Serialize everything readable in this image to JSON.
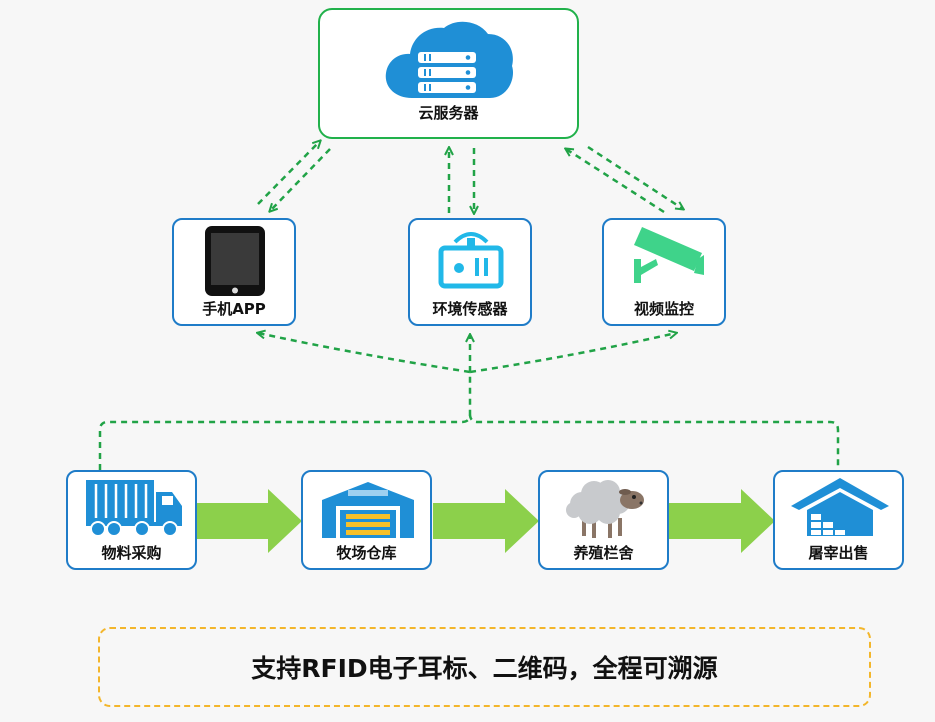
{
  "server": {
    "label": "云服务器",
    "icon": "cloud-server-icon"
  },
  "devices": [
    {
      "label": "手机APP",
      "icon": "tablet-icon"
    },
    {
      "label": "环境传感器",
      "icon": "sensor-icon"
    },
    {
      "label": "视频监控",
      "icon": "security-camera-icon"
    }
  ],
  "stages": [
    {
      "label": "物料采购",
      "icon": "truck-icon"
    },
    {
      "label": "牧场仓库",
      "icon": "warehouse-icon"
    },
    {
      "label": "养殖栏舍",
      "icon": "sheep-icon"
    },
    {
      "label": "屠宰出售",
      "icon": "slaughterhouse-icon"
    }
  ],
  "footer": {
    "text": "支持RFID电子耳标、二维码，全程可溯源"
  },
  "colors": {
    "server_border": "#21b14b",
    "node_border": "#1f7cc8",
    "icon_blue": "#1f8fd6",
    "camera_green": "#3fd38a",
    "dashed_link": "#21a347",
    "flow_arrow": "#8cd04b",
    "note_border": "#f3b62b"
  }
}
